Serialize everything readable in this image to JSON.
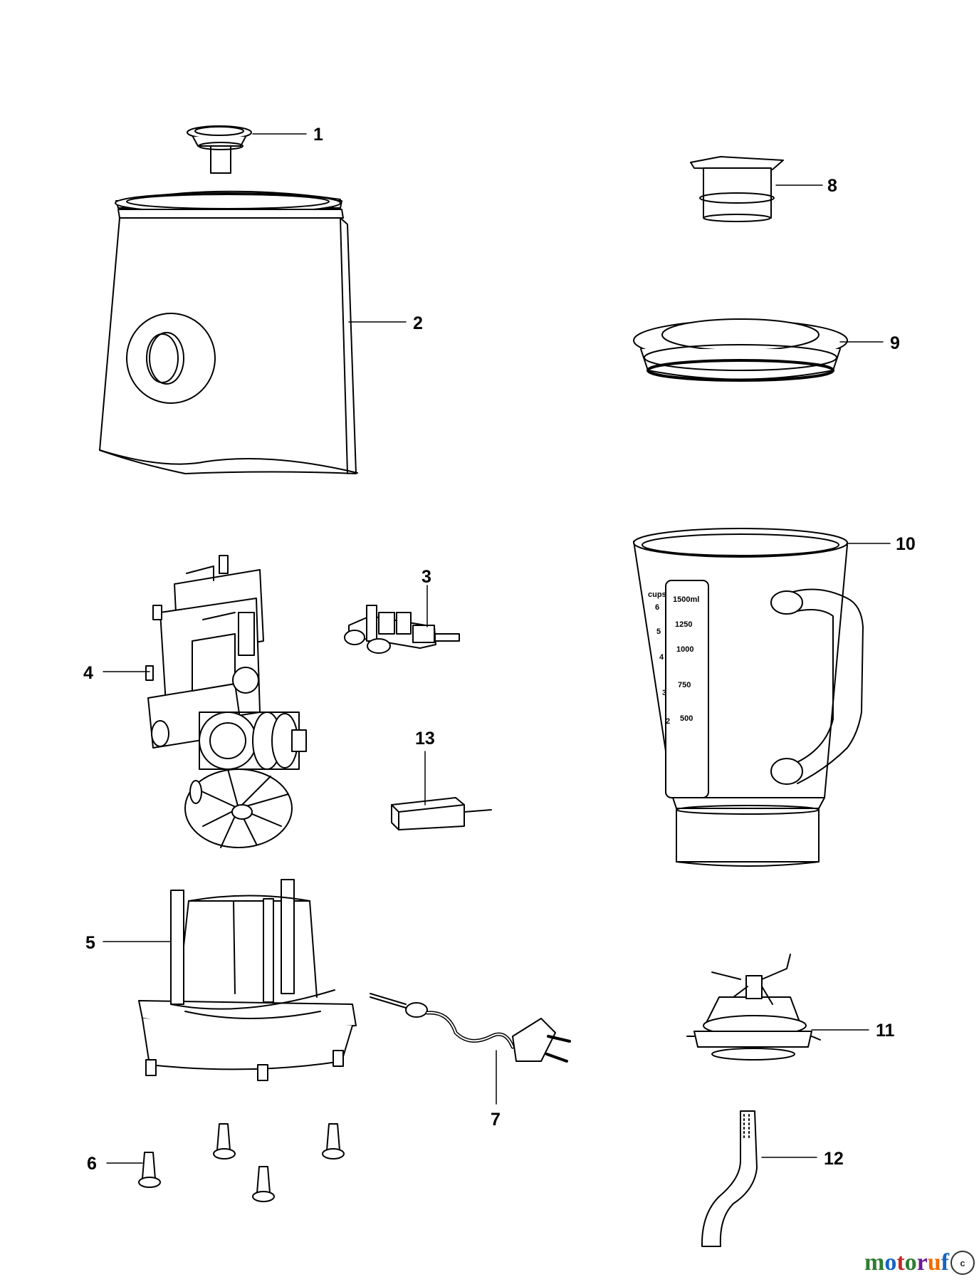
{
  "callouts": [
    "1",
    "2",
    "3",
    "4",
    "5",
    "6",
    "7",
    "8",
    "9",
    "10",
    "11",
    "12",
    "13"
  ],
  "jug_graduations": {
    "cups_header": "cups",
    "ml_header": "1500ml",
    "cups": [
      "6",
      "5",
      "4",
      "3",
      "2"
    ],
    "ml": [
      "1250",
      "1000",
      "750",
      "500"
    ]
  },
  "watermark": {
    "letters": [
      "m",
      "o",
      "t",
      "o",
      "r",
      "u",
      "f"
    ],
    "colors": [
      "#2e7d32",
      "#1565c0",
      "#c62828",
      "#2e7d32",
      "#6a1b9a",
      "#ef6c00",
      "#1565c0"
    ],
    "seal": "c"
  }
}
